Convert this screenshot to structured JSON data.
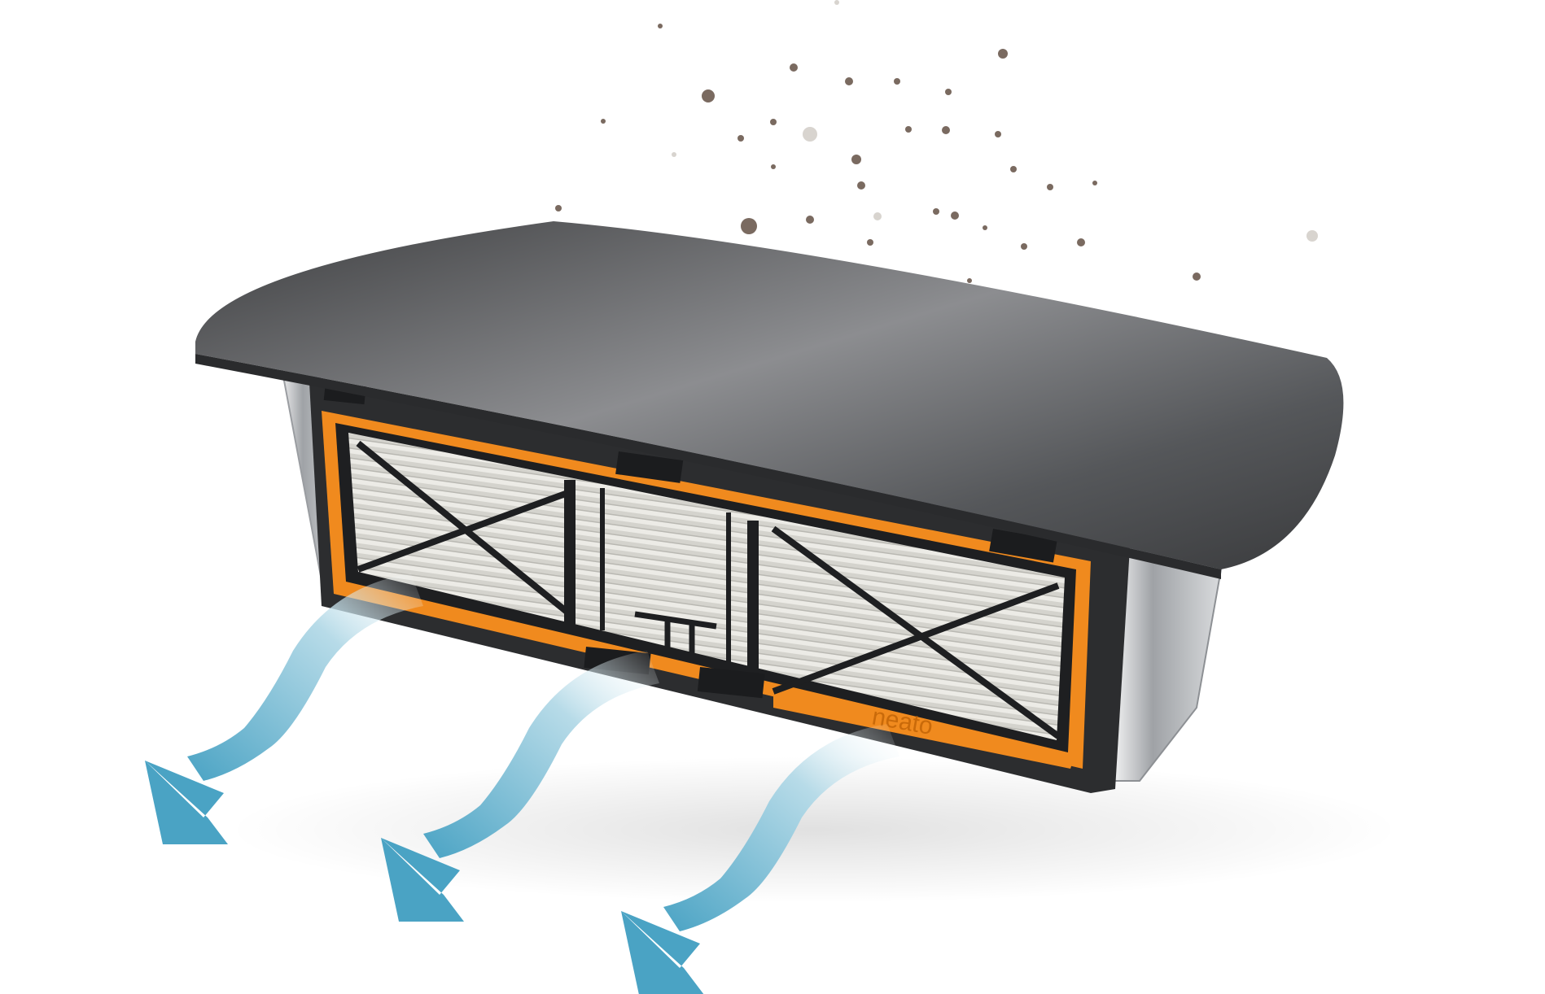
{
  "scene": {
    "subject": "dust-bin-filter-illustration",
    "background_color": "#ffffff"
  },
  "filter": {
    "brand_label": "neato",
    "frame_color": "#f08a1e",
    "lid_color": "#4a4b4d",
    "housing_color": "#cfd1d3",
    "media_color": "#e8e6e0"
  },
  "particles": {
    "color": "#7a6a60",
    "light_color": "#d8d4cf"
  },
  "airflow": {
    "arrow_count": 3,
    "arrow_color": "#4aa3c4",
    "fade_color": "#d5eaf2"
  }
}
